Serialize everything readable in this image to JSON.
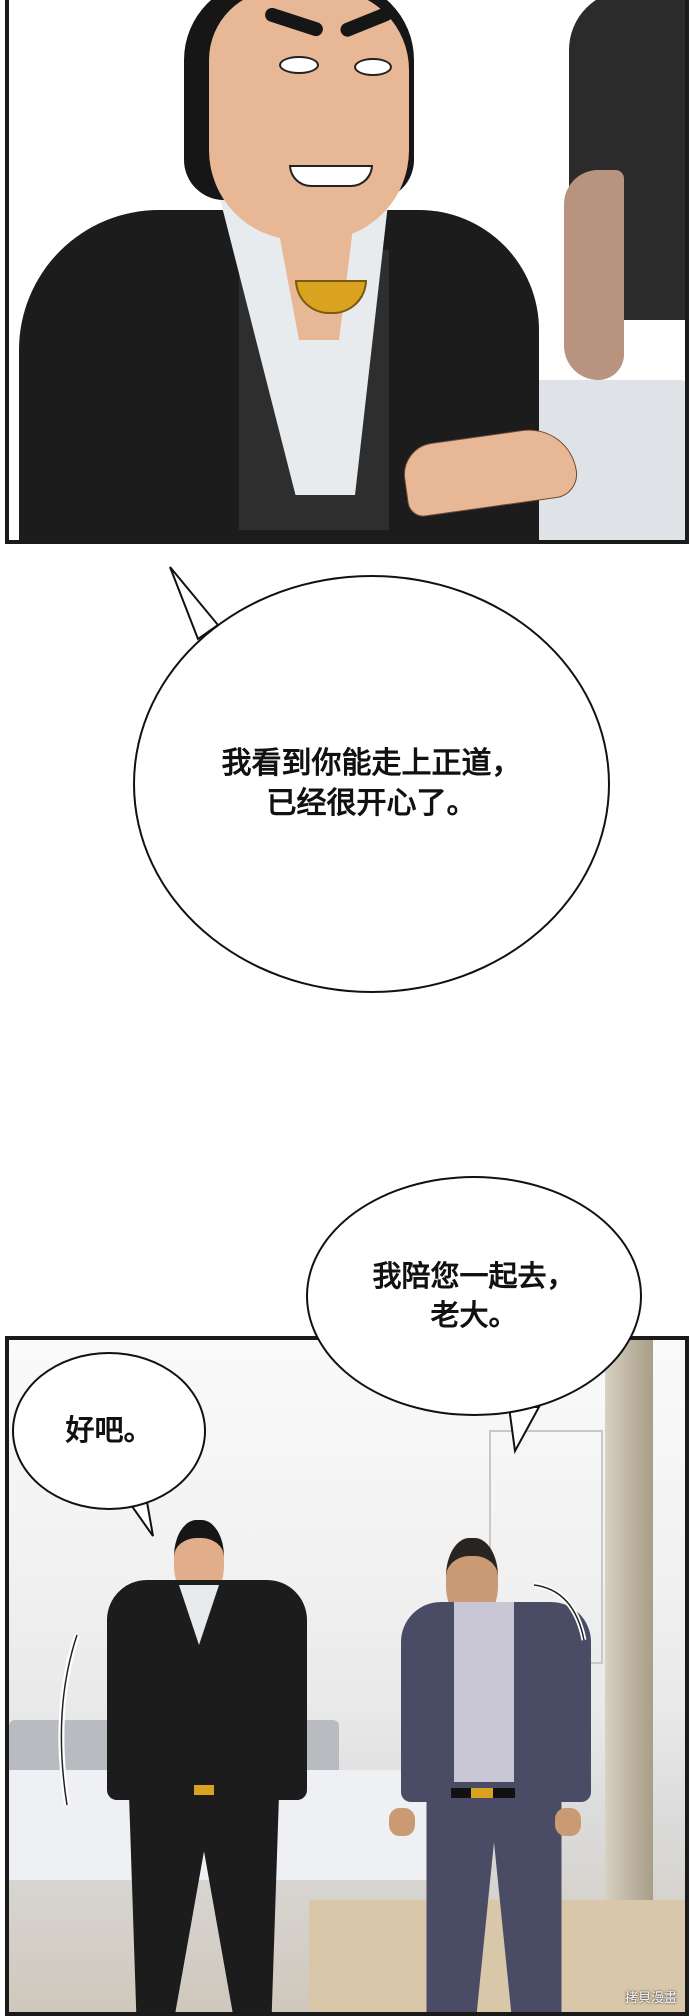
{
  "page": {
    "type": "comic-page",
    "background": "#ffffff",
    "panel_border_color": "#1a1a1a"
  },
  "panels": [
    {
      "id": "panel-1",
      "description": "Long-haired man in black suit with gold necklace smiling, hand on shoulder of man in white shirt seen from behind"
    },
    {
      "id": "panel-2",
      "description": "Two men in suits walking through modern living room; left in black pinstripe vest suit, right in navy suit"
    }
  ],
  "bubbles": [
    {
      "id": "bubble-1",
      "lines": "我看到你能走上正道，\n已经很开心了。"
    },
    {
      "id": "bubble-2",
      "lines": "我陪您一起去，\n老大。"
    },
    {
      "id": "bubble-3",
      "lines": "好吧。"
    }
  ],
  "watermark": "拷貝漫畫",
  "colors": {
    "suit_black": "#1c1c1c",
    "suit_navy": "#4a4c66",
    "shirt_white": "#e4e6ea",
    "skin": "#e8b896",
    "gold": "#d9a320",
    "floor_wood": "#d8c7a8",
    "hair": "#161616"
  }
}
